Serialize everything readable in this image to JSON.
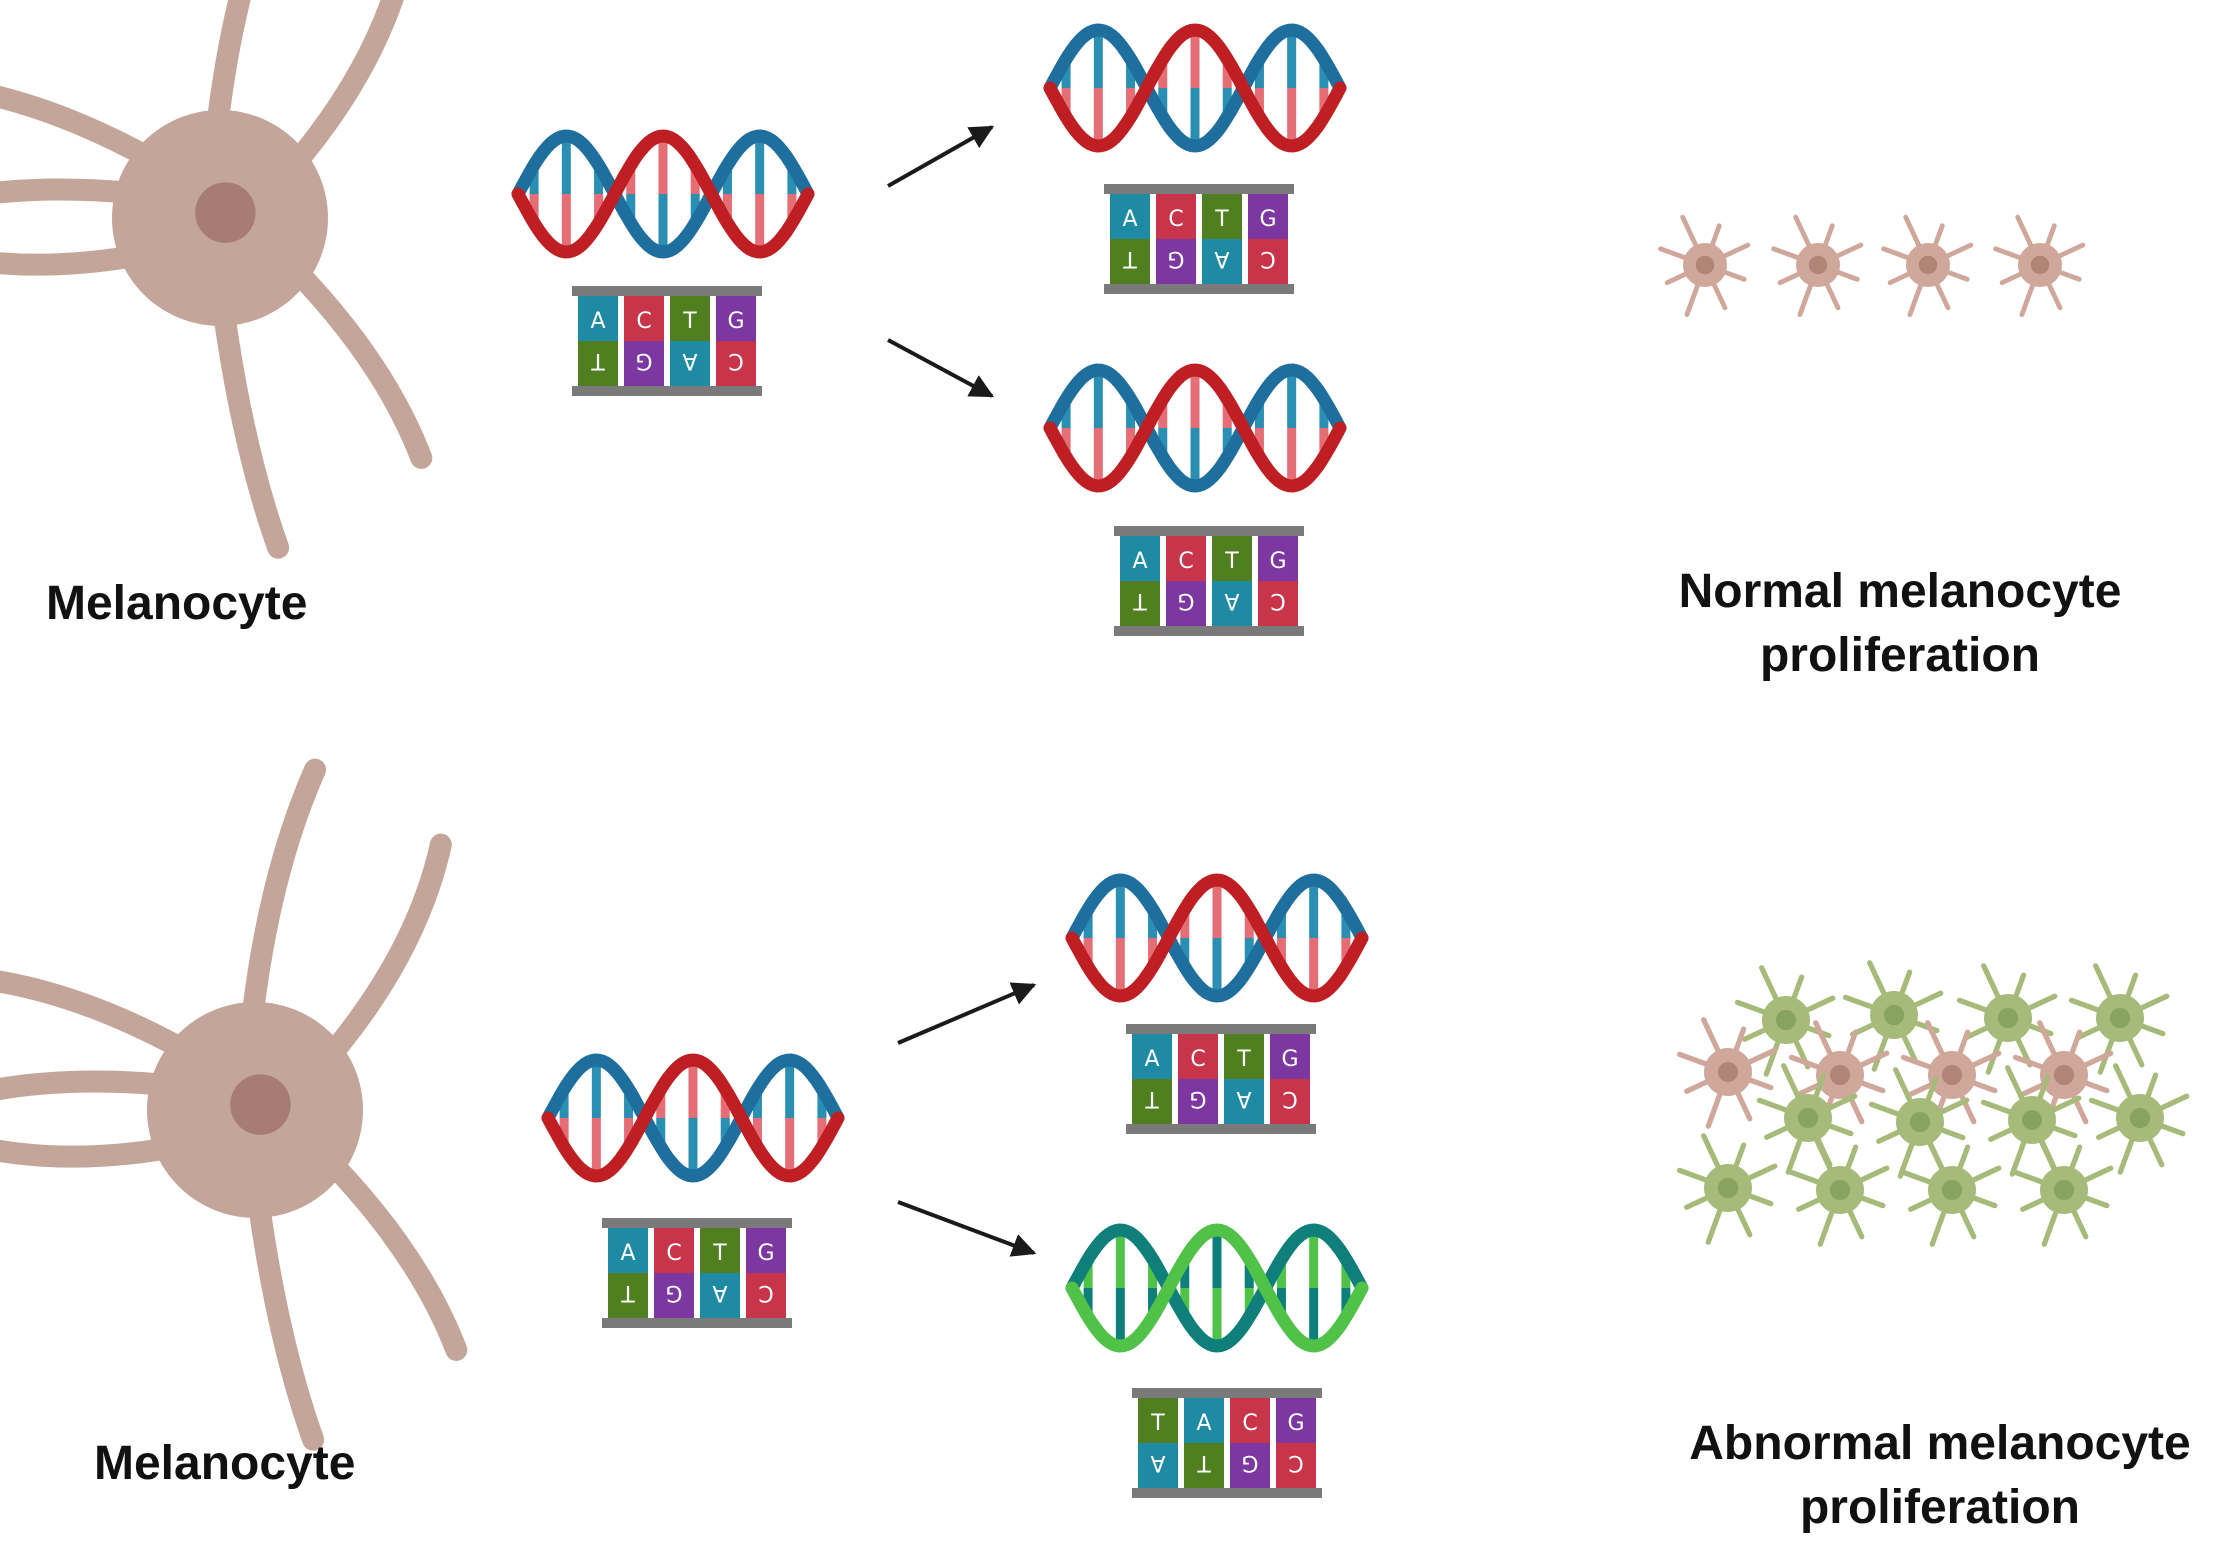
{
  "colors": {
    "melanocyte_body": "#c4a599",
    "melanocyte_nucleus": "#a67c73",
    "normal_cell": "#cfa79b",
    "normal_nucleus": "#b08578",
    "abnormal_cell": "#a6bb7a",
    "abnormal_nucleus": "#87a35d",
    "dna_red": "#bf1f22",
    "dna_blue": "#1e6e9e",
    "rung_pink": "#e56d75",
    "rung_teal": "#2a8fb2",
    "mutant_dark": "#0e7f7b",
    "mutant_light": "#4fc247",
    "base_A": "#1f8aa3",
    "base_T": "#4f7f1e",
    "base_C": "#c8354b",
    "base_G": "#7c38a0",
    "arrow": "#1a1a1a",
    "bar": "#7a7a7a"
  },
  "labels": {
    "top_melanocyte": "Melanocyte",
    "bottom_melanocyte": "Melanocyte",
    "normal_line1": "Normal melanocyte",
    "normal_line2": "proliferation",
    "abnormal_line1": "Abnormal melanocyte",
    "abnormal_line2": "proliferation"
  },
  "base_sequences": {
    "original": [
      "A",
      "C",
      "T",
      "G"
    ],
    "original_complement": [
      "T",
      "G",
      "A",
      "C"
    ],
    "mutated": [
      "T",
      "A",
      "C",
      "G"
    ],
    "mutated_complement": [
      "A",
      "T",
      "G",
      "C"
    ]
  },
  "icons": [
    "melanocyte-icon",
    "dna-helix-icon",
    "base-pair-ladder-icon",
    "arrow-icon",
    "cell-cluster-icon"
  ]
}
